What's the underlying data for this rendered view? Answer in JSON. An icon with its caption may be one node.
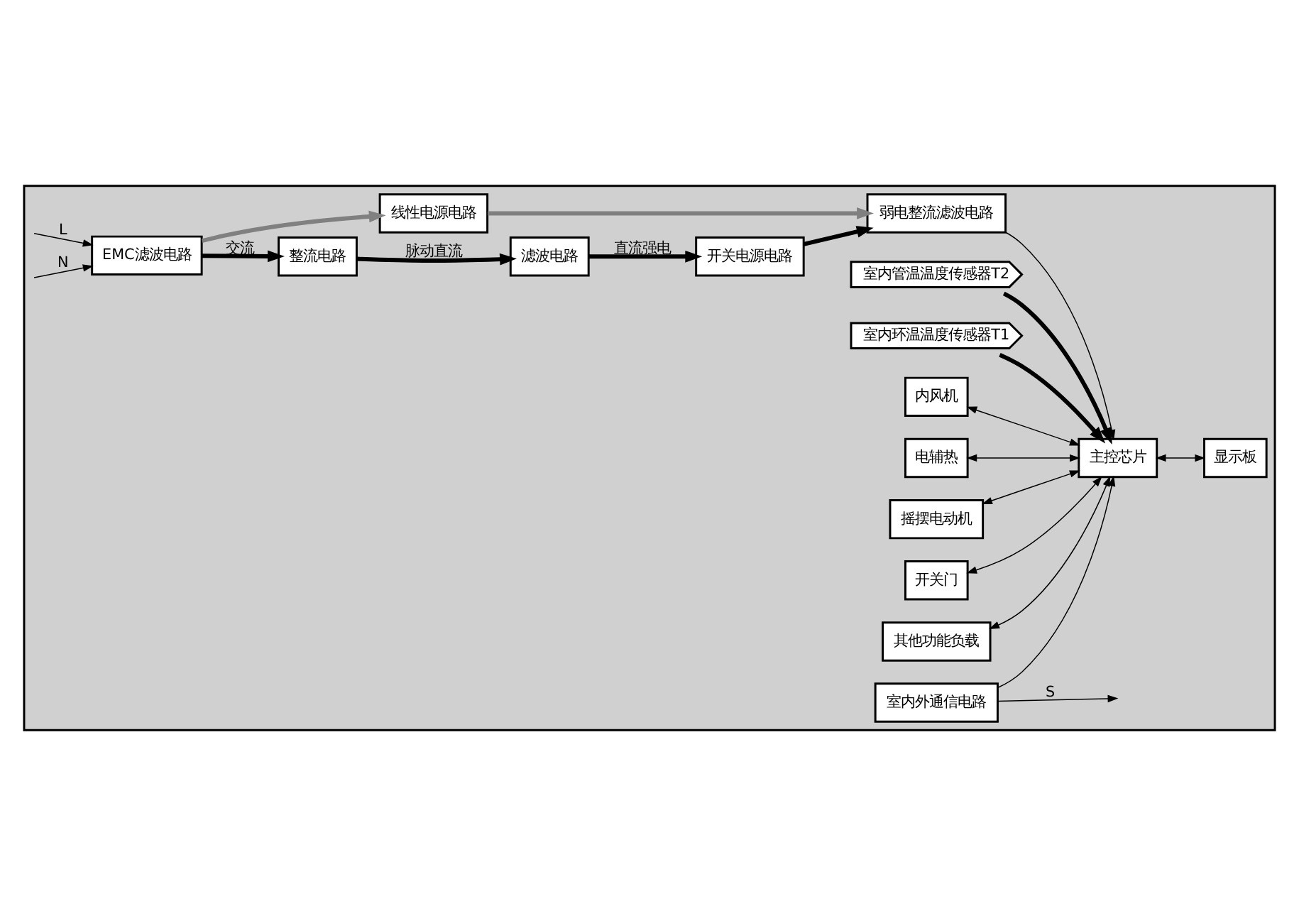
{
  "diagram": {
    "nodes": [
      {
        "text": [],
        "shape": "box"
      },
      {
        "text": [
          "EMC滤波电路"
        ],
        "in": 0
      },
      {
        "text": [
          "整流电路"
        ],
        "in": 0
      },
      {
        "text": [
          "滤波电路"
        ],
        "in": 0
      },
      {
        "text": [
          "开关电源电路"
        ],
        "in": 0
      },
      {
        "text": [
          "弱电整流滤波电路"
        ],
        "in": 0
      },
      {
        "text": [
          "线性电源电路"
        ],
        "in": 0
      },
      {
        "text": [
          "室内管温温度传感器T2"
        ],
        "in": 0
      },
      {
        "text": [
          "室内环温温度传感器T1"
        ],
        "in": 0
      },
      {
        "text": [
          "主控芯片"
        ],
        "in": 0
      },
      {
        "text": [
          "内风机"
        ],
        "in": 0
      },
      {
        "text": [
          "电辅热"
        ],
        "in": 0
      },
      {
        "text": [
          "摇摆电动机"
        ],
        "in": 0
      },
      {
        "text": [
          "开关门"
        ],
        "in": 0
      },
      {
        "text": [
          "其他功能负载"
        ],
        "in": 0
      },
      {
        "text": [
          "显示板"
        ],
        "in": 0
      },
      {
        "text": [
          "室内外通信电路"
        ],
        "in": 0
      }
    ],
    "edges": [
      {
        "from": null,
        "to": 1,
        "arrow": "to",
        "label": "L"
      },
      {
        "from": null,
        "to": 1,
        "arrow": "to",
        "label": "N"
      },
      {
        "from": 1,
        "to": 2,
        "arrow": "to",
        "label": "交流",
        "style": "thick"
      },
      {
        "from": 2,
        "to": 3,
        "arrow": "to",
        "label": "脉动直流",
        "style": "thick"
      },
      {
        "from": 3,
        "to": 4,
        "arrow": "to",
        "label": "直流强电",
        "style": "thick"
      },
      {
        "from": 4,
        "to": 5,
        "arrow": "to",
        "style": "thick"
      },
      {
        "from": 1,
        "to": 6,
        "arrow": "to",
        "style": "thick",
        "color": "#808080"
      },
      {
        "from": 6,
        "to": 5,
        "arrow": "to",
        "style": "thick",
        "color": "#808080"
      },
      {
        "from": 5,
        "to": 9,
        "arrow": "to"
      },
      {
        "from": 7,
        "to": 9,
        "arrow": "to",
        "style": "thick"
      },
      {
        "from": 8,
        "to": 9,
        "arrow": "to",
        "style": "thick"
      },
      {
        "from": 10,
        "to": 9,
        "arrow": "both"
      },
      {
        "from": 11,
        "to": 9,
        "arrow": "both"
      },
      {
        "from": 12,
        "to": 9,
        "arrow": "both"
      },
      {
        "from": 13,
        "to": 9,
        "arrow": "both"
      },
      {
        "from": 14,
        "to": 9,
        "arrow": "both"
      },
      {
        "from": 9,
        "to": 15,
        "arrow": "both"
      },
      {
        "from": 16,
        "to": 9,
        "arrow": "to"
      },
      {
        "from": 16,
        "to": null,
        "arrow": "to",
        "label": "S"
      }
    ]
  }
}
